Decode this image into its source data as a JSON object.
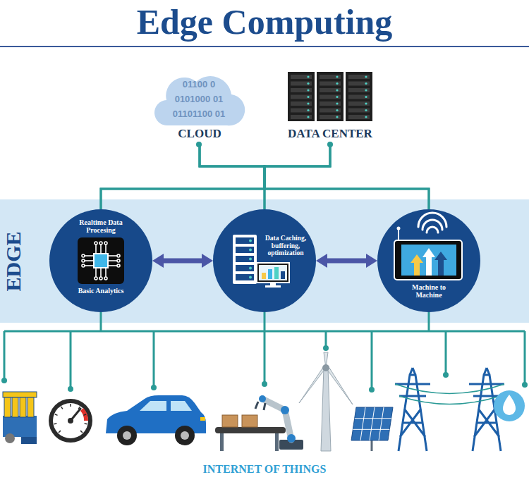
{
  "diagram": {
    "title": "Edge Computing",
    "nodes": [
      {
        "text": [
          "CLOUD"
        ]
      },
      {
        "text": [
          "DATA CENTER"
        ]
      },
      {
        "text": [
          "EDGE"
        ]
      },
      {
        "text": [
          "Realtime Data Procesing",
          "Basic Analytics"
        ],
        "in": 2
      },
      {
        "text": [
          "Data Caching, buffering, optimization"
        ],
        "in": 2
      },
      {
        "text": [
          "Machine to Machine"
        ],
        "in": 2
      }
    ],
    "edges": [
      {
        "from": 0,
        "to": 3,
        "arrow": "none"
      },
      {
        "from": 0,
        "to": 4,
        "arrow": "none"
      },
      {
        "from": 0,
        "to": 5,
        "arrow": "none"
      },
      {
        "from": 1,
        "to": 3,
        "arrow": "none"
      },
      {
        "from": 1,
        "to": 4,
        "arrow": "none"
      },
      {
        "from": 1,
        "to": 5,
        "arrow": "none"
      },
      {
        "from": 3,
        "to": 4,
        "arrow": "both"
      },
      {
        "from": 4,
        "to": 5,
        "arrow": "both"
      }
    ],
    "labels": [
      "01100 0",
      "0101000 01",
      "01101100 01",
      "INTERNET OF THINGS"
    ]
  }
}
